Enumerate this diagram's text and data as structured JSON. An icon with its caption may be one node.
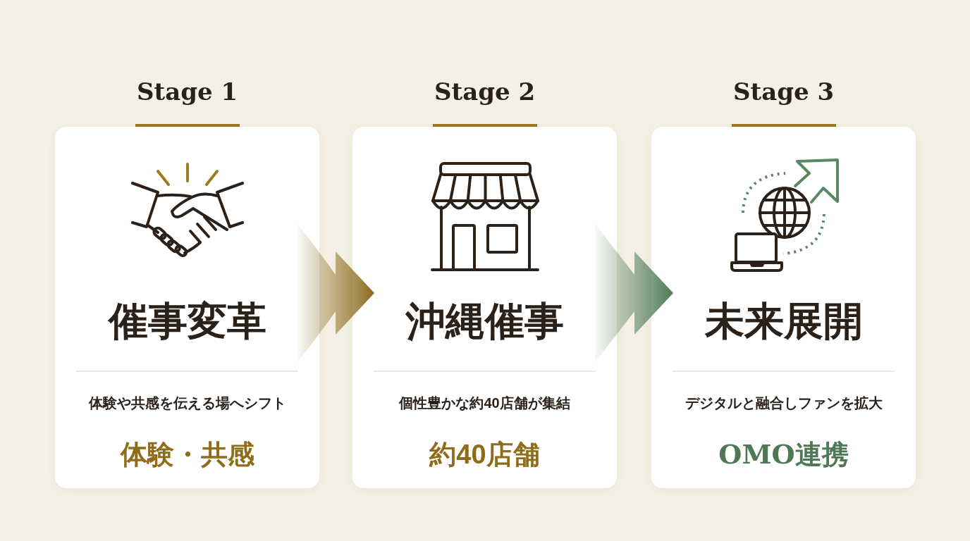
{
  "diagram": {
    "nodes": [
      {
        "text": [
          "Stage 1",
          "催事変革",
          "体験や共感を伝える場へシフト",
          "体験・共感"
        ]
      },
      {
        "text": [
          "Stage 2",
          "沖縄催事",
          "個性豊かな約40店舗が集結",
          "約40店舗"
        ]
      },
      {
        "text": [
          "Stage 3",
          "未来展開",
          "デジタルと融合しファンを拡大",
          "OMO連携"
        ]
      }
    ],
    "edges": [
      {
        "from": 0,
        "to": 1,
        "arrow": "to",
        "color": "#8c6b1f"
      },
      {
        "from": 1,
        "to": 2,
        "arrow": "to",
        "color": "#4e7a55"
      }
    ]
  }
}
